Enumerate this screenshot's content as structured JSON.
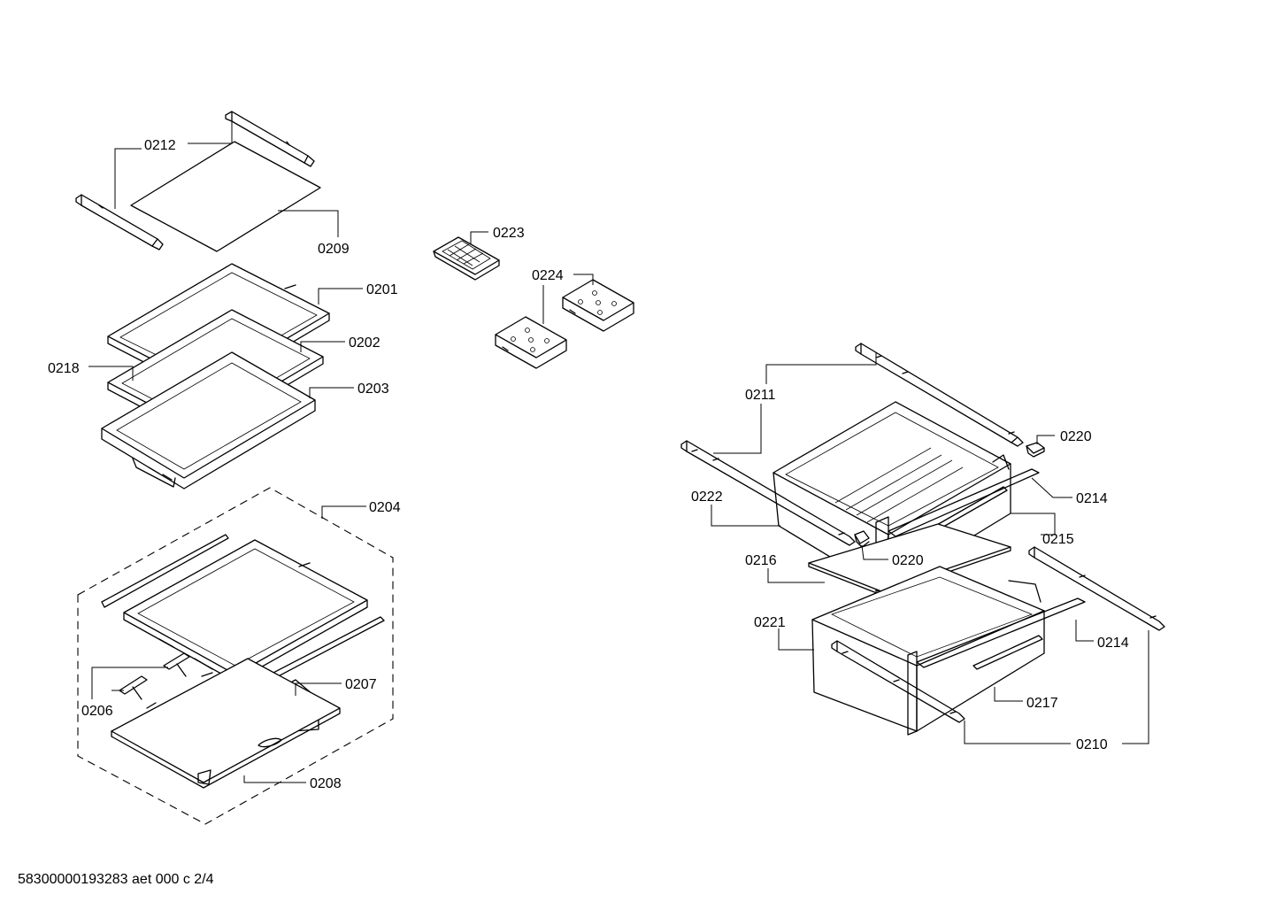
{
  "diagram": {
    "labels": [
      {
        "id": "0212",
        "text": "0212"
      },
      {
        "id": "0209",
        "text": "0209"
      },
      {
        "id": "0201",
        "text": "0201"
      },
      {
        "id": "0202",
        "text": "0202"
      },
      {
        "id": "0218",
        "text": "0218"
      },
      {
        "id": "0203",
        "text": "0203"
      },
      {
        "id": "0204",
        "text": "0204"
      },
      {
        "id": "0207",
        "text": "0207"
      },
      {
        "id": "0206",
        "text": "0206"
      },
      {
        "id": "0208",
        "text": "0208"
      },
      {
        "id": "0223",
        "text": "0223"
      },
      {
        "id": "0224",
        "text": "0224"
      },
      {
        "id": "0211",
        "text": "0211"
      },
      {
        "id": "0220a",
        "text": "0220"
      },
      {
        "id": "0214a",
        "text": "0214"
      },
      {
        "id": "0222",
        "text": "0222"
      },
      {
        "id": "0215",
        "text": "0215"
      },
      {
        "id": "0220b",
        "text": "0220"
      },
      {
        "id": "0216",
        "text": "0216"
      },
      {
        "id": "0221",
        "text": "0221"
      },
      {
        "id": "0214b",
        "text": "0214"
      },
      {
        "id": "0217",
        "text": "0217"
      },
      {
        "id": "0210",
        "text": "0210"
      }
    ],
    "footer": "58300000193283 aet 000 c 2/4"
  }
}
